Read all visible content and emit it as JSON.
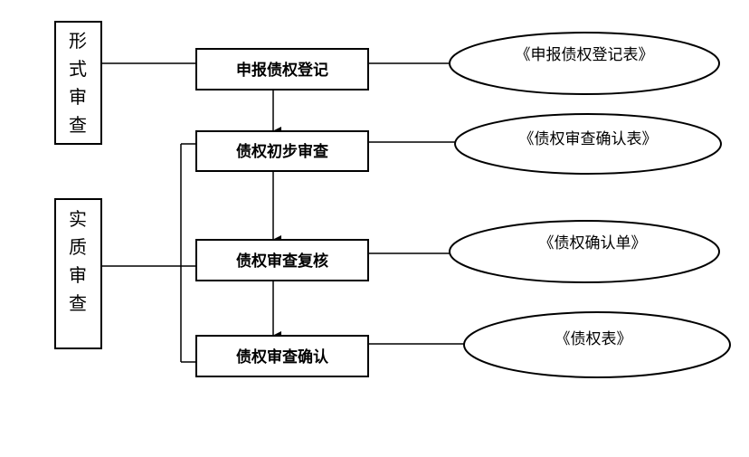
{
  "side_groups": [
    {
      "label_chars": [
        "形",
        "式",
        "审",
        "查"
      ]
    },
    {
      "label_chars": [
        "实",
        "质",
        "审",
        "查"
      ]
    }
  ],
  "steps": [
    {
      "label": "申报债权登记"
    },
    {
      "label": "债权初步审查"
    },
    {
      "label": "债权审查复核"
    },
    {
      "label": "债权审查确认"
    }
  ],
  "documents": [
    {
      "label": "《申报债权登记表》"
    },
    {
      "label": "《债权审查确认表》"
    },
    {
      "label": "《债权确认单》"
    },
    {
      "label": "《债权表》"
    }
  ]
}
